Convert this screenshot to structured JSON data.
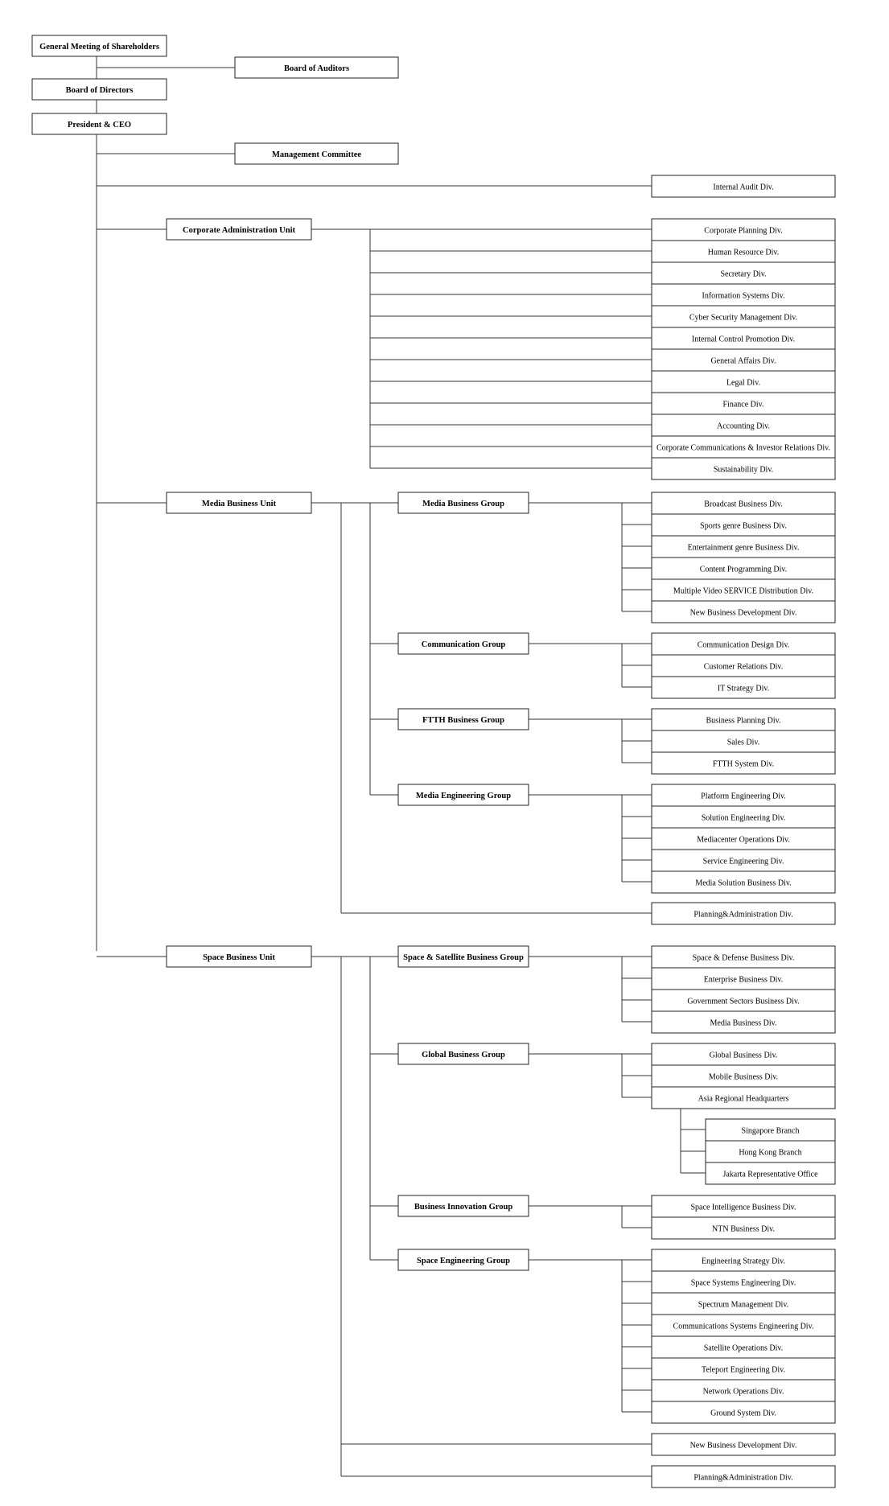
{
  "top": {
    "shareholders": "General Meeting of Shareholders",
    "auditors": "Board of Auditors",
    "directors": "Board of Directors",
    "president": "President & CEO",
    "management_committee": "Management Committee",
    "internal_audit": "Internal Audit Div."
  },
  "corporate": {
    "unit": "Corporate Administration Unit",
    "divisions": [
      "Corporate Planning Div.",
      "Human Resource Div.",
      "Secretary Div.",
      "Information Systems Div.",
      "Cyber Security Management Div.",
      "Internal Control Promotion Div.",
      "General Affairs Div.",
      "Legal  Div.",
      "Finance Div.",
      "Accounting Div.",
      "Corporate Communications & Investor Relations Div.",
      "Sustainability Div."
    ]
  },
  "media": {
    "unit": "Media Business Unit",
    "groups": [
      {
        "name": "Media Business Group",
        "divisions": [
          "Broadcast Business Div.",
          "Sports genre Business Div.",
          "Entertainment genre Business Div.",
          "Content Programming Div.",
          "Multiple Video SERVICE Distribution Div.",
          "New Business Development Div."
        ]
      },
      {
        "name": "Communication Group",
        "divisions": [
          "Communication Design Div.",
          "Customer Relations Div.",
          "IT Strategy  Div."
        ]
      },
      {
        "name": "FTTH Business Group",
        "divisions": [
          "Business Planning Div.",
          "Sales Div.",
          "FTTH System Div."
        ]
      },
      {
        "name": "Media Engineering Group",
        "divisions": [
          "Platform Engineering Div.",
          "Solution Engineering Div.",
          "Mediacenter Operations Div.",
          "Service Engineering Div.",
          "Media Solution Business Div."
        ]
      }
    ],
    "direct": [
      "Planning&Administration Div."
    ]
  },
  "space": {
    "unit": "Space Business Unit",
    "groups": [
      {
        "name": "Space & Satellite Business Group",
        "divisions": [
          "Space & Defense Business Div.",
          "Enterprise Business Div.",
          "Government Sectors Business Div.",
          "Media Business Div."
        ]
      },
      {
        "name": "Global Business Group",
        "divisions": [
          "Global Business Div.",
          "Mobile Business Div.",
          "Asia Regional Headquarters"
        ],
        "branches": [
          "Singapore Branch",
          "Hong Kong Branch",
          "Jakarta Representative Office"
        ]
      },
      {
        "name": "Business Innovation Group",
        "divisions": [
          "Space Intelligence Business Div.",
          "NTN Business Div."
        ]
      },
      {
        "name": "Space Engineering Group",
        "divisions": [
          "Engineering Strategy Div.",
          "Space Systems Engineering Div.",
          "Spectrum Management Div.",
          "Communications Systems Engineering Div.",
          "Satellite Operations Div.",
          "Teleport Engineering Div.",
          "Network Operations Div.",
          "Ground System Div."
        ]
      }
    ],
    "direct": [
      "New Business Development Div.",
      "Planning&Administration Div."
    ]
  }
}
